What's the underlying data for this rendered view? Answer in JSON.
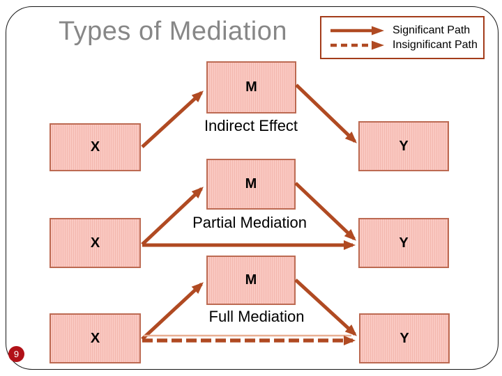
{
  "slide": {
    "title": "Types of Mediation",
    "page_number": "9"
  },
  "legend": {
    "items": [
      {
        "style": "solid",
        "label": "Significant Path"
      },
      {
        "style": "dashed",
        "label": "Insignificant Path"
      }
    ]
  },
  "diagrams": [
    {
      "label": "Indirect Effect",
      "nodes": {
        "x": "X",
        "m": "M",
        "y": "Y"
      },
      "paths": [
        {
          "from": "X",
          "to": "M",
          "style": "significant"
        },
        {
          "from": "M",
          "to": "Y",
          "style": "significant"
        }
      ]
    },
    {
      "label": "Partial Mediation",
      "nodes": {
        "x": "X",
        "m": "M",
        "y": "Y"
      },
      "paths": [
        {
          "from": "X",
          "to": "M",
          "style": "significant"
        },
        {
          "from": "M",
          "to": "Y",
          "style": "significant"
        },
        {
          "from": "X",
          "to": "Y",
          "style": "significant"
        }
      ]
    },
    {
      "label": "Full Mediation",
      "nodes": {
        "x": "X",
        "m": "M",
        "y": "Y"
      },
      "paths": [
        {
          "from": "X",
          "to": "M",
          "style": "significant"
        },
        {
          "from": "M",
          "to": "Y",
          "style": "significant"
        },
        {
          "from": "X",
          "to": "Y",
          "style": "insignificant"
        }
      ]
    }
  ],
  "colors": {
    "arrow": "#b04a22",
    "legend_border": "#a33c1a",
    "box_fill": "#fac9c2",
    "box_border": "#bc6a52",
    "title_gray": "#878787",
    "page_badge": "#b11118"
  }
}
